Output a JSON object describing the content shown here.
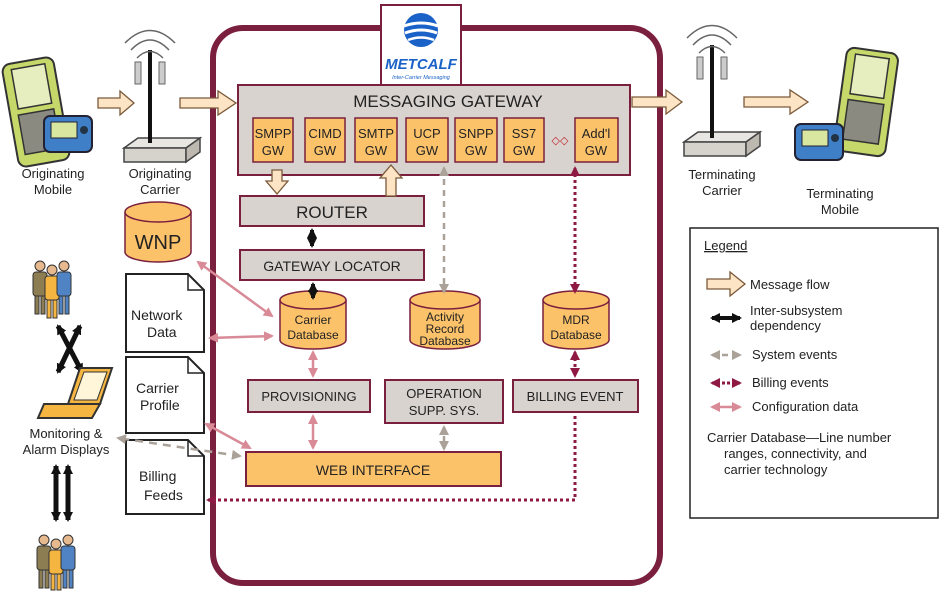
{
  "logo": {
    "brand": "METCALF",
    "tagline": "Inter-Carrier Messaging"
  },
  "gateway": {
    "title": "MESSAGING GATEWAY",
    "modules": [
      {
        "line1": "SMPP",
        "line2": "GW"
      },
      {
        "line1": "CIMD",
        "line2": "GW"
      },
      {
        "line1": "SMTP",
        "line2": "GW"
      },
      {
        "line1": "UCP",
        "line2": "GW"
      },
      {
        "line1": "SNPP",
        "line2": "GW"
      },
      {
        "line1": "SS7",
        "line2": "GW"
      },
      {
        "line1": "Add'l",
        "line2": "GW"
      }
    ],
    "ellipsis": "◇◇"
  },
  "boxes": {
    "router": "ROUTER",
    "gateway_locator": "GATEWAY LOCATOR",
    "provisioning": "PROVISIONING",
    "oss_line1": "OPERATION",
    "oss_line2": "SUPP. SYS.",
    "billing_event": "BILLING EVENT",
    "web_interface": "WEB INTERFACE"
  },
  "databases": {
    "wnp": "WNP",
    "carrier_line1": "Carrier",
    "carrier_line2": "Database",
    "activity_line1": "Activity",
    "activity_line2": "Record",
    "activity_line3": "Database",
    "mdr_line1": "MDR",
    "mdr_line2": "Database"
  },
  "documents": {
    "network_line1": "Network",
    "network_line2": "Data",
    "carrier_profile_line1": "Carrier",
    "carrier_profile_line2": "Profile",
    "billing_line1": "Billing",
    "billing_line2": "Feeds"
  },
  "endpoints": {
    "orig_mobile_line1": "Originating",
    "orig_mobile_line2": "Mobile",
    "orig_carrier_line1": "Originating",
    "orig_carrier_line2": "Carrier",
    "term_carrier_line1": "Terminating",
    "term_carrier_line2": "Carrier",
    "term_mobile_line1": "Terminating",
    "term_mobile_line2": "Mobile",
    "monitor_line1": "Monitoring &",
    "monitor_line2": "Alarm Displays"
  },
  "legend": {
    "title": "Legend",
    "message_flow": "Message flow",
    "dependency_line1": "Inter-subsystem",
    "dependency_line2": "dependency",
    "system_events": "System events",
    "billing_events": "Billing events",
    "configuration": "Configuration data",
    "note_line1": "Carrier Database—Line number",
    "note_line2": "ranges, connectivity, and",
    "note_line3": "carrier technology"
  },
  "colors": {
    "frame": "#7a1f3d",
    "box_fill": "#d9d3cf",
    "module_fill": "#fcc26a",
    "arrow_fill": "#fde4c4",
    "config": "#d98a97",
    "system_events": "#aaa299",
    "billing": "#8e1a44"
  }
}
